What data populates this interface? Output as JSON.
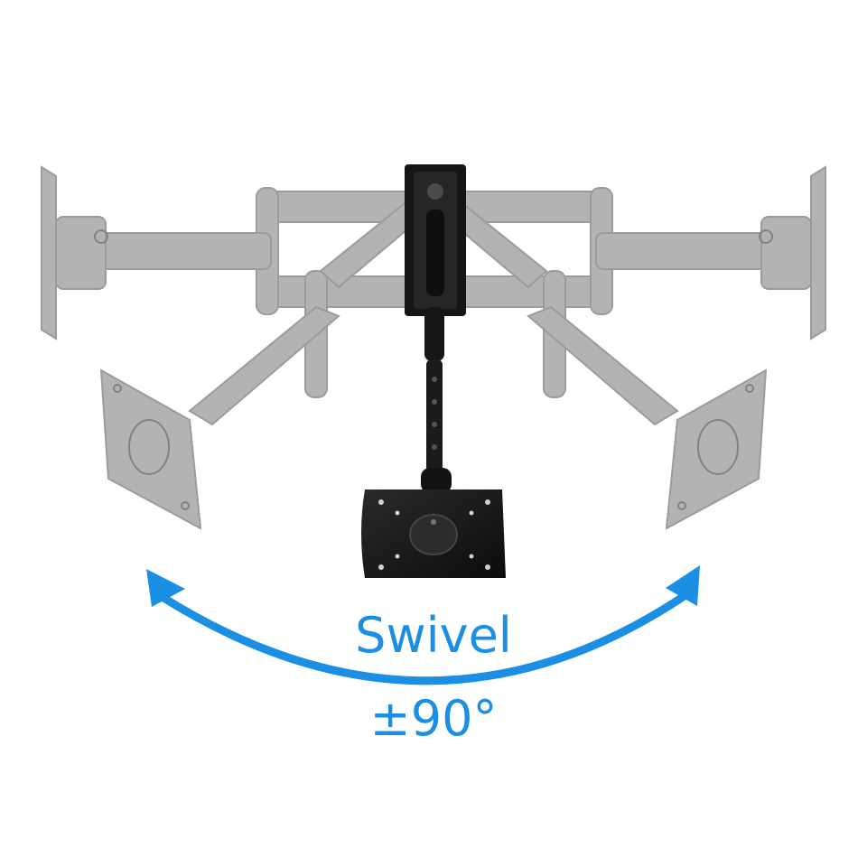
{
  "caption": {
    "title": "Swivel",
    "angle": "±90°"
  },
  "swivel": {
    "range_degrees": 90
  },
  "colors": {
    "accent": "#1a8fe3",
    "ghost_arm": "#a6a6a6",
    "ghost_arm_edge": "#8a8a8a",
    "mount_black": "#151515",
    "background": "#ffffff"
  },
  "icons": {
    "arrow": "swivel-arc-arrow-icon",
    "mount": "monitor-mount-icon"
  }
}
